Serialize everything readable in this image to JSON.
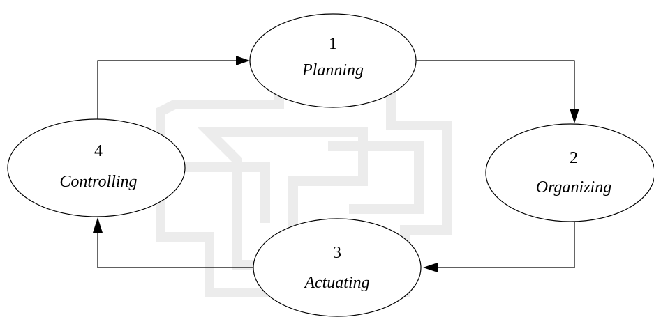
{
  "diagram": {
    "type": "cycle",
    "nodes": [
      {
        "id": "planning",
        "number": "1",
        "label": "Planning"
      },
      {
        "id": "organizing",
        "number": "2",
        "label": "Organizing"
      },
      {
        "id": "actuating",
        "number": "3",
        "label": "Actuating"
      },
      {
        "id": "controlling",
        "number": "4",
        "label": "Controlling"
      }
    ],
    "edges": [
      {
        "from": "planning",
        "to": "organizing"
      },
      {
        "from": "organizing",
        "to": "actuating"
      },
      {
        "from": "actuating",
        "to": "controlling"
      },
      {
        "from": "controlling",
        "to": "planning"
      }
    ]
  }
}
